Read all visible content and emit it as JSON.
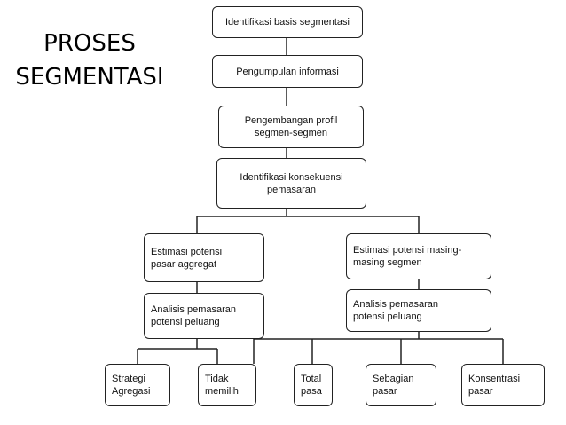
{
  "title": {
    "line1": "PROSES",
    "line2": "SEGMENTASI"
  },
  "steps": [
    {
      "lines": [
        "Identifikasi basis segmentasi"
      ]
    },
    {
      "lines": [
        "Pengumpulan  informasi"
      ]
    },
    {
      "lines": [
        "Pengembangan  profil",
        "segmen-segmen"
      ]
    },
    {
      "lines": [
        "Identifikasi konsekuensi",
        "pemasaran"
      ]
    }
  ],
  "left_branch": {
    "estimation": {
      "lines": [
        "Estimasi potensi",
        "pasar aggregat"
      ]
    },
    "analysis": {
      "lines": [
        "Analisis pemasaran",
        "potensi peluang"
      ]
    }
  },
  "right_branch": {
    "estimation": {
      "lines": [
        "Estimasi potensi  masing-",
        "masing segmen"
      ]
    },
    "analysis": {
      "lines": [
        "Analisis pemasaran",
        "potensi peluang"
      ]
    }
  },
  "outcomes": [
    {
      "lines": [
        "Strategi",
        "Agregasi"
      ]
    },
    {
      "lines": [
        "Tidak",
        "memilih"
      ]
    },
    {
      "lines": [
        "Total",
        "pasa"
      ]
    },
    {
      "lines": [
        "Sebagian",
        "pasar"
      ]
    },
    {
      "lines": [
        "Konsentrasi",
        "pasar"
      ]
    }
  ]
}
